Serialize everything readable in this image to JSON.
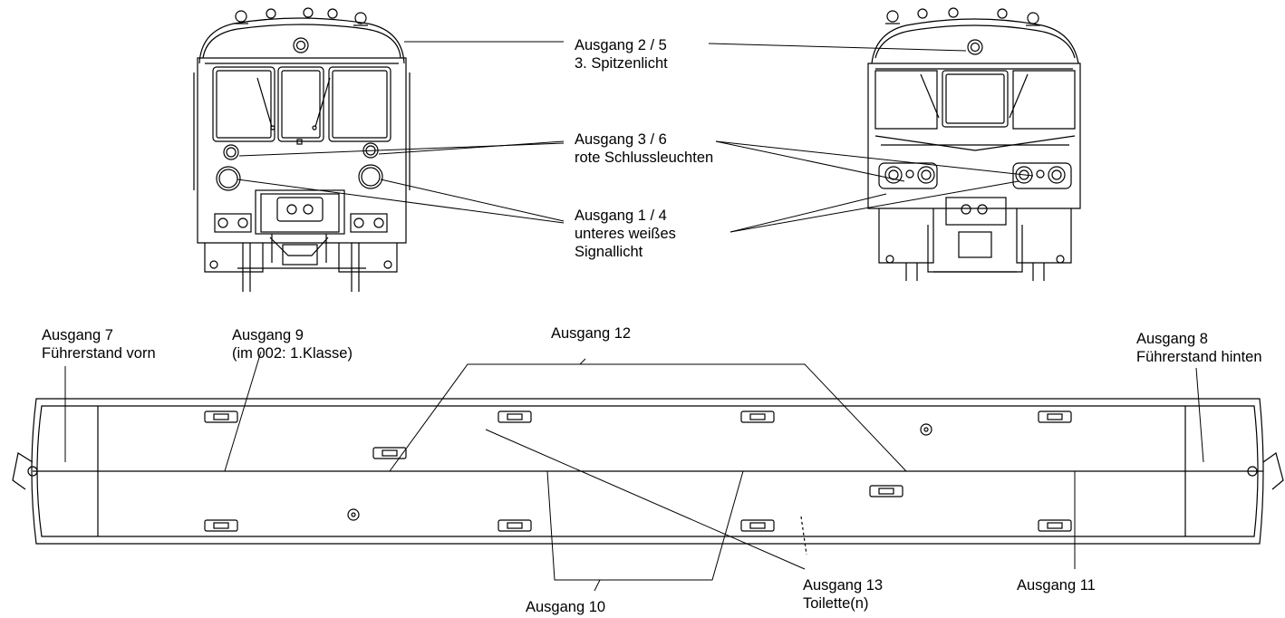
{
  "labels": {
    "out_2_5": {
      "line1": "Ausgang 2 / 5",
      "line2": "3. Spitzenlicht"
    },
    "out_3_6": {
      "line1": "Ausgang 3 / 6",
      "line2": "rote Schlussleuchten"
    },
    "out_1_4": {
      "line1": "Ausgang 1 / 4",
      "line2": "unteres weißes",
      "line3": "Signallicht"
    },
    "out_7": {
      "line1": "Ausgang 7",
      "line2": "Führerstand vorn"
    },
    "out_9": {
      "line1": "Ausgang 9",
      "line2": "(im 002: 1.Klasse)"
    },
    "out_12": {
      "line1": "Ausgang 12"
    },
    "out_8": {
      "line1": "Ausgang 8",
      "line2": "Führerstand hinten"
    },
    "out_13": {
      "line1": "Ausgang 13",
      "line2": "Toilette(n)"
    },
    "out_11": {
      "line1": "Ausgang 11"
    },
    "out_10": {
      "line1": "Ausgang 10"
    }
  },
  "colors": {
    "ink": "#000000",
    "background": "#ffffff"
  }
}
